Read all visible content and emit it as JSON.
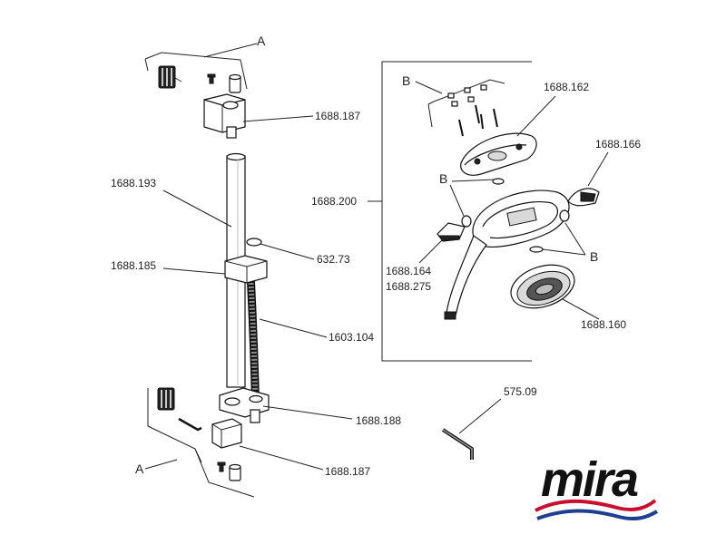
{
  "callouts": {
    "a_top": "A",
    "a_bottom": "A",
    "b_top": "B",
    "b_left": "B",
    "b_right": "B"
  },
  "parts": {
    "p1688_187_top": "1688.187",
    "p1688_193": "1688.193",
    "p632_73": "632.73",
    "p1688_185": "1688.185",
    "p1603_104": "1603.104",
    "p1688_188": "1688.188",
    "p1688_187_bottom": "1688.187",
    "p1688_200": "1688.200",
    "p1688_162": "1688.162",
    "p1688_166": "1688.166",
    "p1688_164": "1688.164",
    "p1688_275": "1688.275",
    "p1688_160": "1688.160",
    "p575_09": "575.09"
  },
  "logo": {
    "brand": "mira",
    "colors": {
      "text": "#111111",
      "wave_red": "#c8102e",
      "wave_blue": "#1f3f8f"
    }
  }
}
